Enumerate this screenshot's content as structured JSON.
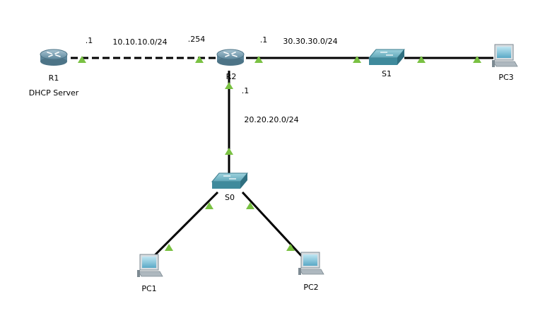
{
  "colors": {
    "link": "#000000",
    "port_up": "#7ac143",
    "router_body": "#6f97ab",
    "switch_body": "#4f95a6",
    "pc_screen": "#7fbfd6"
  },
  "devices": {
    "r1": {
      "name": "R1",
      "role": "DHCP Server",
      "icon": "router-icon"
    },
    "r2": {
      "name": "R2",
      "icon": "router-icon"
    },
    "s0": {
      "name": "S0",
      "icon": "switch-icon"
    },
    "s1": {
      "name": "S1",
      "icon": "switch-icon"
    },
    "pc1": {
      "name": "PC1",
      "icon": "pc-icon"
    },
    "pc2": {
      "name": "PC2",
      "icon": "pc-icon"
    },
    "pc3": {
      "name": "PC3",
      "icon": "pc-icon"
    }
  },
  "links": {
    "r1_r2": {
      "network": "10.10.10.0/24",
      "r1_ip": ".1",
      "r2_ip": ".254",
      "style": "dashed"
    },
    "r2_s1": {
      "network": "30.30.30.0/24",
      "r2_ip": ".1",
      "style": "solid"
    },
    "r2_s0": {
      "network": "20.20.20.0/24",
      "r2_ip": ".1",
      "style": "solid"
    },
    "s1_pc3": {
      "style": "solid"
    },
    "s0_pc1": {
      "style": "solid"
    },
    "s0_pc2": {
      "style": "solid"
    }
  }
}
